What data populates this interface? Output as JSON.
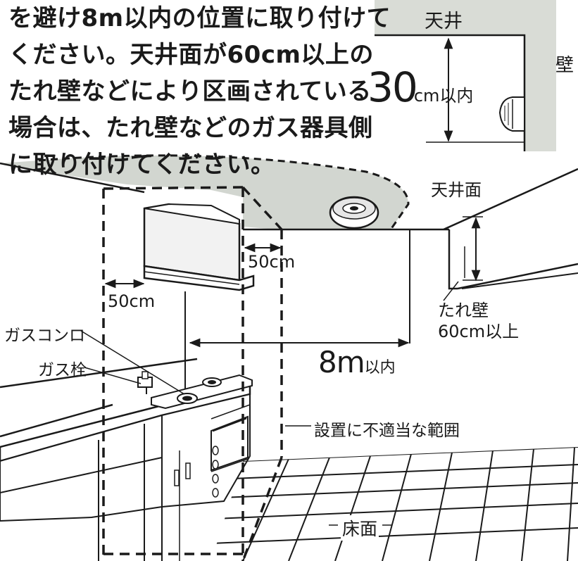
{
  "intro_text": [
    "を避け8m以内の位置に取り付けて",
    "ください。天井面が60cm以上の",
    "たれ壁などにより区画されている",
    "場合は、たれ壁などのガス器具側",
    "に取り付けてください。"
  ],
  "inset": {
    "ceiling_label": "天井",
    "wall_label": "壁",
    "distance_value": "30",
    "distance_unit": "cm以内"
  },
  "labels": {
    "ceiling_surface": "天井面",
    "hood_side_offset": "50cm",
    "hood_front_offset": "50cm",
    "gas_stove": "ガスコンロ",
    "gas_valve": "ガス栓",
    "distance_value": "8m",
    "distance_unit": "以内",
    "hanging_wall_line1": "たれ壁",
    "hanging_wall_line2": "60cm以上",
    "unsuitable_range": "設置に不適当な範囲",
    "floor": "床面"
  },
  "colors": {
    "line": "#1a1a1a",
    "ceiling_fill": "#d2d6d0",
    "inset_ceiling_fill": "#d9dcd6"
  }
}
